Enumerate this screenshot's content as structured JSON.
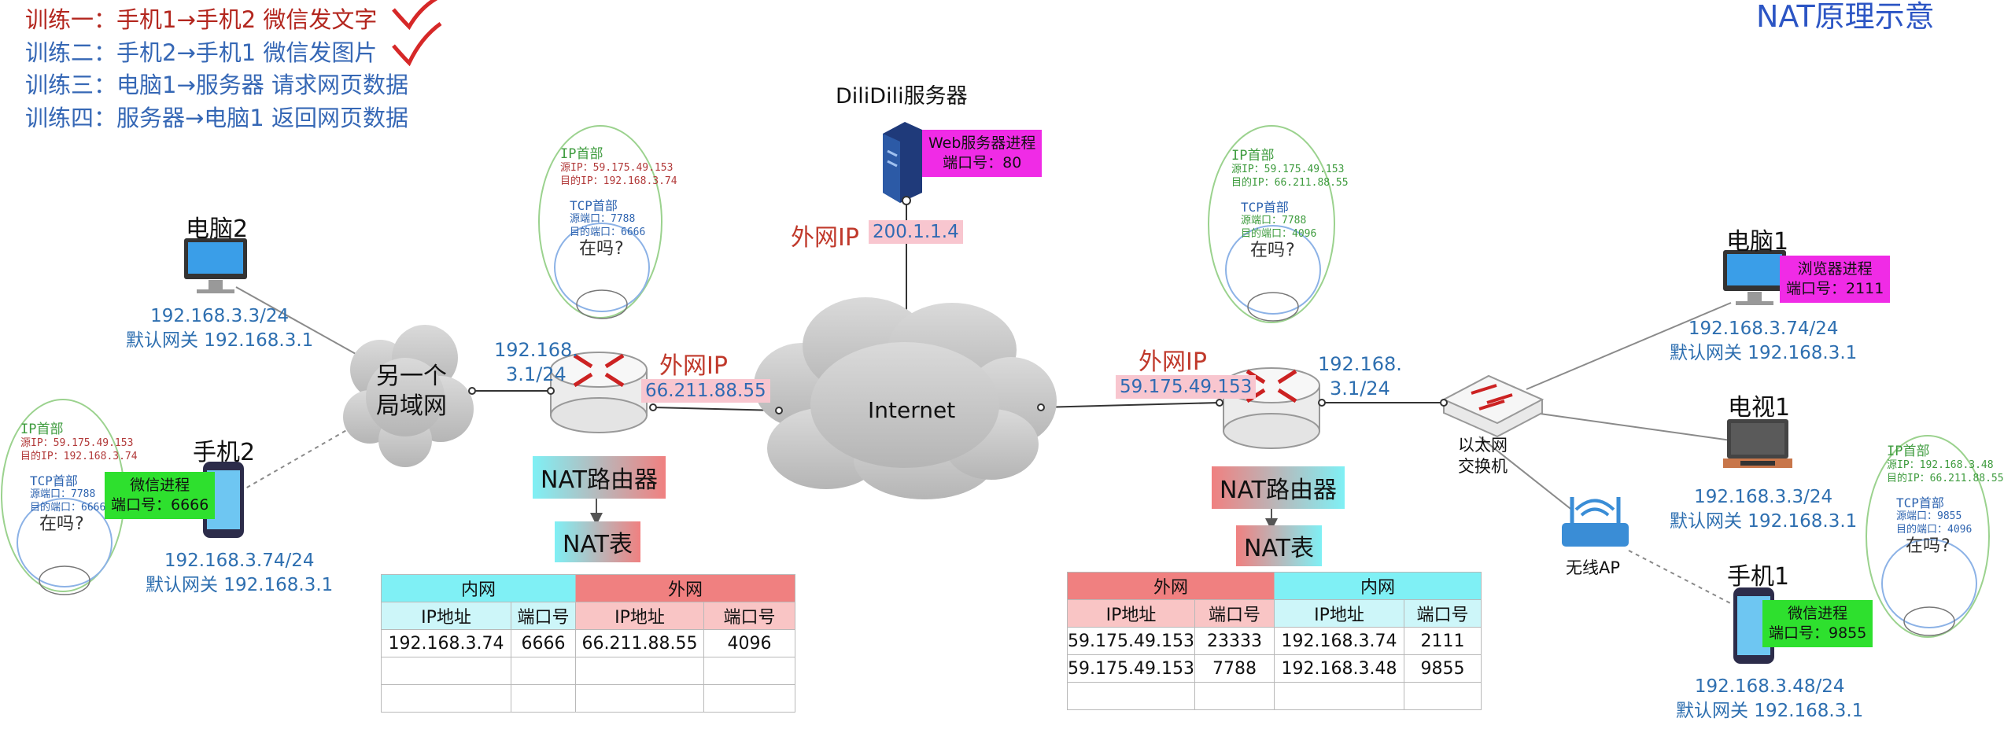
{
  "title": "NAT原理示意",
  "tasks": [
    {
      "text": "训练一：手机1→手机2 微信发文字",
      "done": true
    },
    {
      "text": "训练二：手机2→手机1 微信发图片",
      "done": true
    },
    {
      "text": "训练三：电脑1→服务器 请求网页数据",
      "done": false
    },
    {
      "text": "训练四：服务器→电脑1 返回网页数据",
      "done": false
    }
  ],
  "server": {
    "name": "DiliDili服务器",
    "process_line1": "Web服务器进程",
    "process_line2": "端口号：80",
    "wan_ip_label": "外网IP",
    "wan_ip": "200.1.1.4"
  },
  "internet_label": "Internet",
  "left": {
    "lan_cloud_line1": "另一个",
    "lan_cloud_line2": "局域网",
    "pc2": {
      "name": "电脑2",
      "ip": "192.168.3.3/24",
      "gateway": "默认网关 192.168.3.1"
    },
    "phone2": {
      "name": "手机2",
      "ip": "192.168.3.74/24",
      "gateway": "默认网关 192.168.3.1",
      "process_line1": "微信进程",
      "process_line2": "端口号：6666"
    },
    "router": {
      "lan_ip_line1": "192.168.",
      "lan_ip_line2": "3.1/24",
      "wan_ip_label": "外网IP",
      "wan_ip": "66.211.88.55",
      "label": "NAT路由器"
    },
    "nat_table_label": "NAT表",
    "nat_table": {
      "group_a": "内网",
      "group_b": "外网",
      "headers": [
        "IP地址",
        "端口号",
        "IP地址",
        "端口号"
      ],
      "rows": [
        [
          "192.168.3.74",
          "6666",
          "66.211.88.55",
          "4096"
        ],
        [
          "",
          "",
          "",
          ""
        ],
        [
          "",
          "",
          "",
          ""
        ]
      ]
    },
    "note_router": {
      "ip_head": "IP首部",
      "src_ip": "源IP：59.175.49.153",
      "dst_ip": "目的IP：192.168.3.74",
      "tcp_head": "TCP首部",
      "src_port": "源端口：7788",
      "dst_port": "目的端口：6666",
      "payload": "在吗?"
    },
    "note_phone": {
      "ip_head": "IP首部",
      "src_ip": "源IP：59.175.49.153",
      "dst_ip": "目的IP：192.168.3.74",
      "tcp_head": "TCP首部",
      "src_port": "源端口：7788",
      "dst_port": "目的端口：6666",
      "payload": "在吗?"
    }
  },
  "right": {
    "router": {
      "lan_ip_line1": "192.168.",
      "lan_ip_line2": "3.1/24",
      "wan_ip_label": "外网IP",
      "wan_ip": "59.175.49.153",
      "label": "NAT路由器"
    },
    "switch": {
      "line1": "以太网",
      "line2": "交换机"
    },
    "ap_label": "无线AP",
    "pc1": {
      "name": "电脑1",
      "ip": "192.168.3.74/24",
      "gateway": "默认网关 192.168.3.1",
      "process_line1": "浏览器进程",
      "process_line2": "端口号：2111"
    },
    "tv1": {
      "name": "电视1",
      "ip": "192.168.3.3/24",
      "gateway": "默认网关 192.168.3.1"
    },
    "phone1": {
      "name": "手机1",
      "ip": "192.168.3.48/24",
      "gateway": "默认网关 192.168.3.1",
      "process_line1": "微信进程",
      "process_line2": "端口号：9855"
    },
    "nat_table_label": "NAT表",
    "nat_table": {
      "group_a": "外网",
      "group_b": "内网",
      "headers": [
        "IP地址",
        "端口号",
        "IP地址",
        "端口号"
      ],
      "rows": [
        [
          "59.175.49.153",
          "23333",
          "192.168.3.74",
          "2111"
        ],
        [
          "59.175.49.153",
          "7788",
          "192.168.3.48",
          "9855"
        ],
        [
          "",
          "",
          "",
          ""
        ]
      ]
    },
    "note_router": {
      "ip_head": "IP首部",
      "src_ip": "源IP：59.175.49.153",
      "dst_ip": "目的IP：66.211.88.55",
      "tcp_head": "TCP首部",
      "src_port": "源端口：7788",
      "dst_port": "目的端口：4096",
      "payload": "在吗?"
    },
    "note_phone": {
      "ip_head": "IP首部",
      "src_ip": "源IP：192.168.3.48",
      "dst_ip": "目的IP：66.211.88.55",
      "tcp_head": "TCP首部",
      "src_port": "源端口：9855",
      "dst_port": "目的端口：4096",
      "payload": "在吗?"
    }
  },
  "colors": {
    "lan_cyan": "#7ff0f5",
    "wan_red": "#f08080",
    "process_magenta": "#f02be6",
    "process_green": "#2ee02e",
    "ip_pink": "#f8c6cf"
  }
}
